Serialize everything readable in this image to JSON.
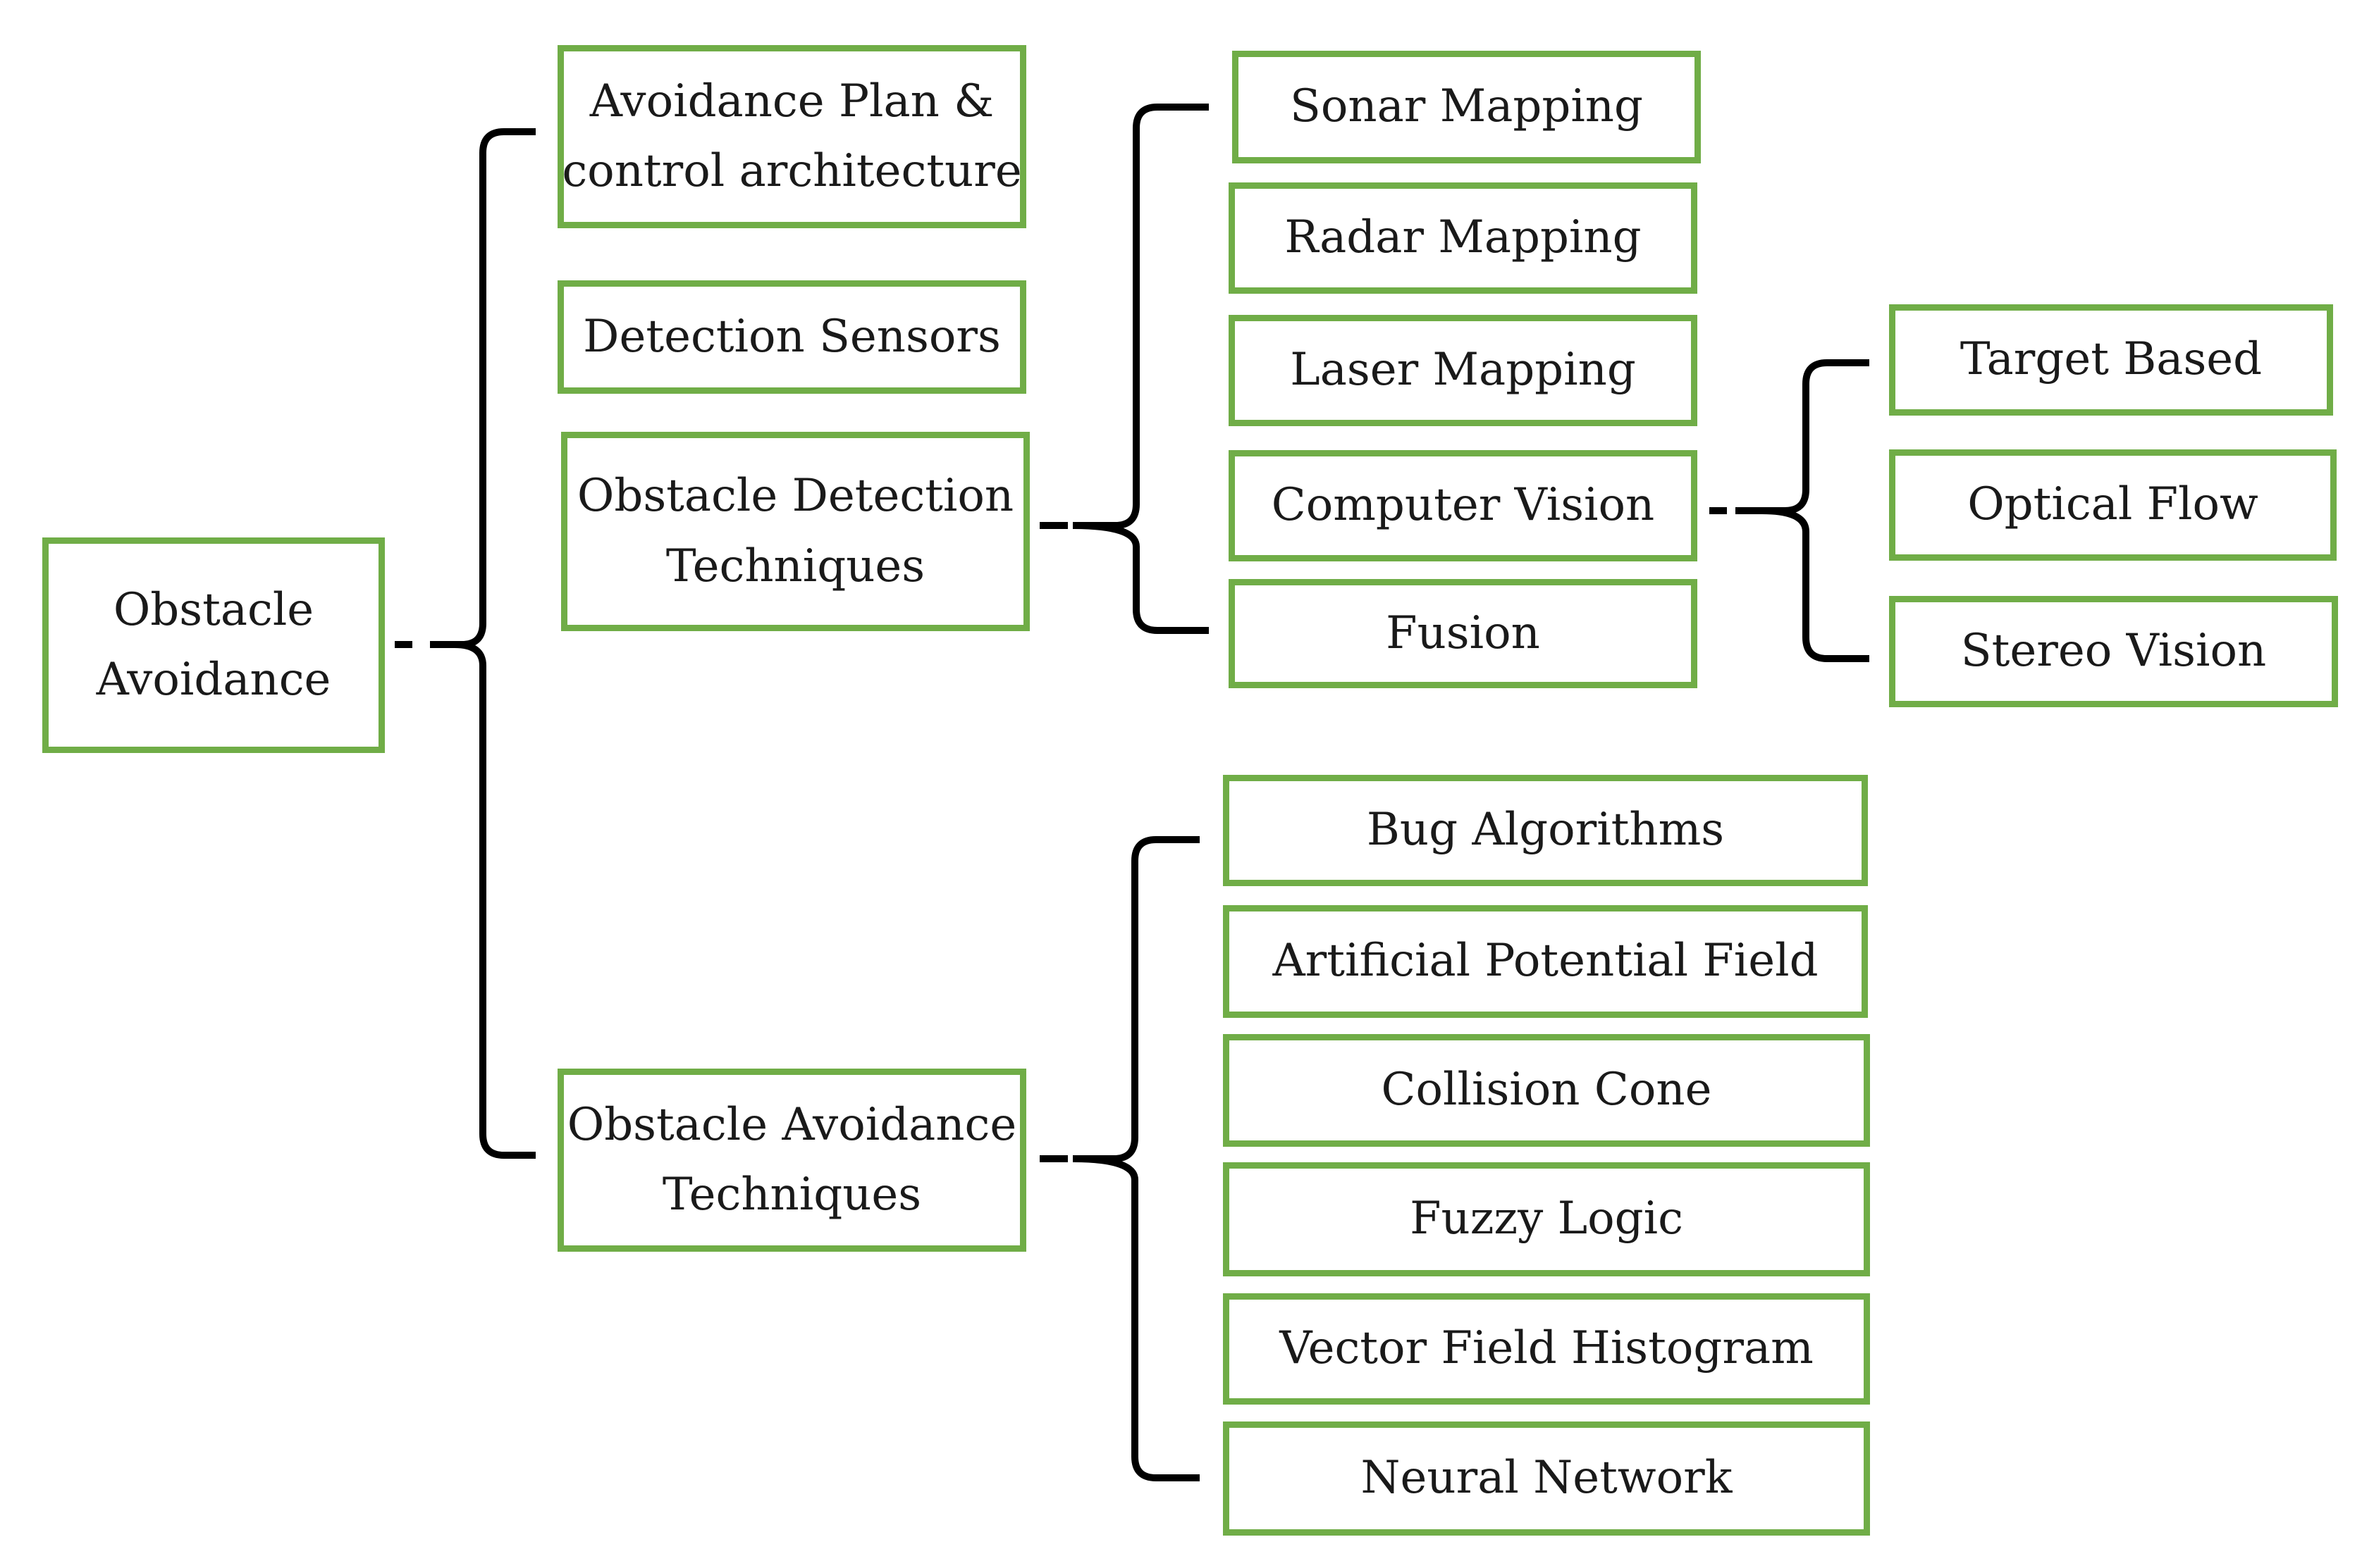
{
  "diagram": {
    "box_border_color": "#70ad47",
    "connector_color": "#000000",
    "root": {
      "lines": [
        "Obstacle",
        "Avoidance"
      ]
    },
    "level1": [
      {
        "id": "avoidance-plan",
        "lines": [
          "Avoidance Plan &",
          "control architecture"
        ]
      },
      {
        "id": "detection-sensors",
        "lines": [
          "Detection Sensors"
        ]
      },
      {
        "id": "obstacle-detection",
        "lines": [
          "Obstacle Detection",
          "Techniques"
        ]
      },
      {
        "id": "obstacle-avoidance-techniques",
        "lines": [
          "Obstacle Avoidance",
          "Techniques"
        ]
      }
    ],
    "detection_techniques": [
      {
        "label": "Sonar Mapping"
      },
      {
        "label": "Radar Mapping"
      },
      {
        "label": "Laser Mapping"
      },
      {
        "label": "Computer Vision"
      },
      {
        "label": "Fusion"
      }
    ],
    "computer_vision_methods": [
      {
        "label": "Target Based"
      },
      {
        "label": "Optical Flow"
      },
      {
        "label": "Stereo Vision"
      }
    ],
    "avoidance_techniques": [
      {
        "label": "Bug Algorithms"
      },
      {
        "label": "Artificial Potential Field"
      },
      {
        "label": "Collision Cone"
      },
      {
        "label": "Fuzzy Logic"
      },
      {
        "label": "Vector Field Histogram"
      },
      {
        "label": "Neural Network"
      }
    ]
  }
}
